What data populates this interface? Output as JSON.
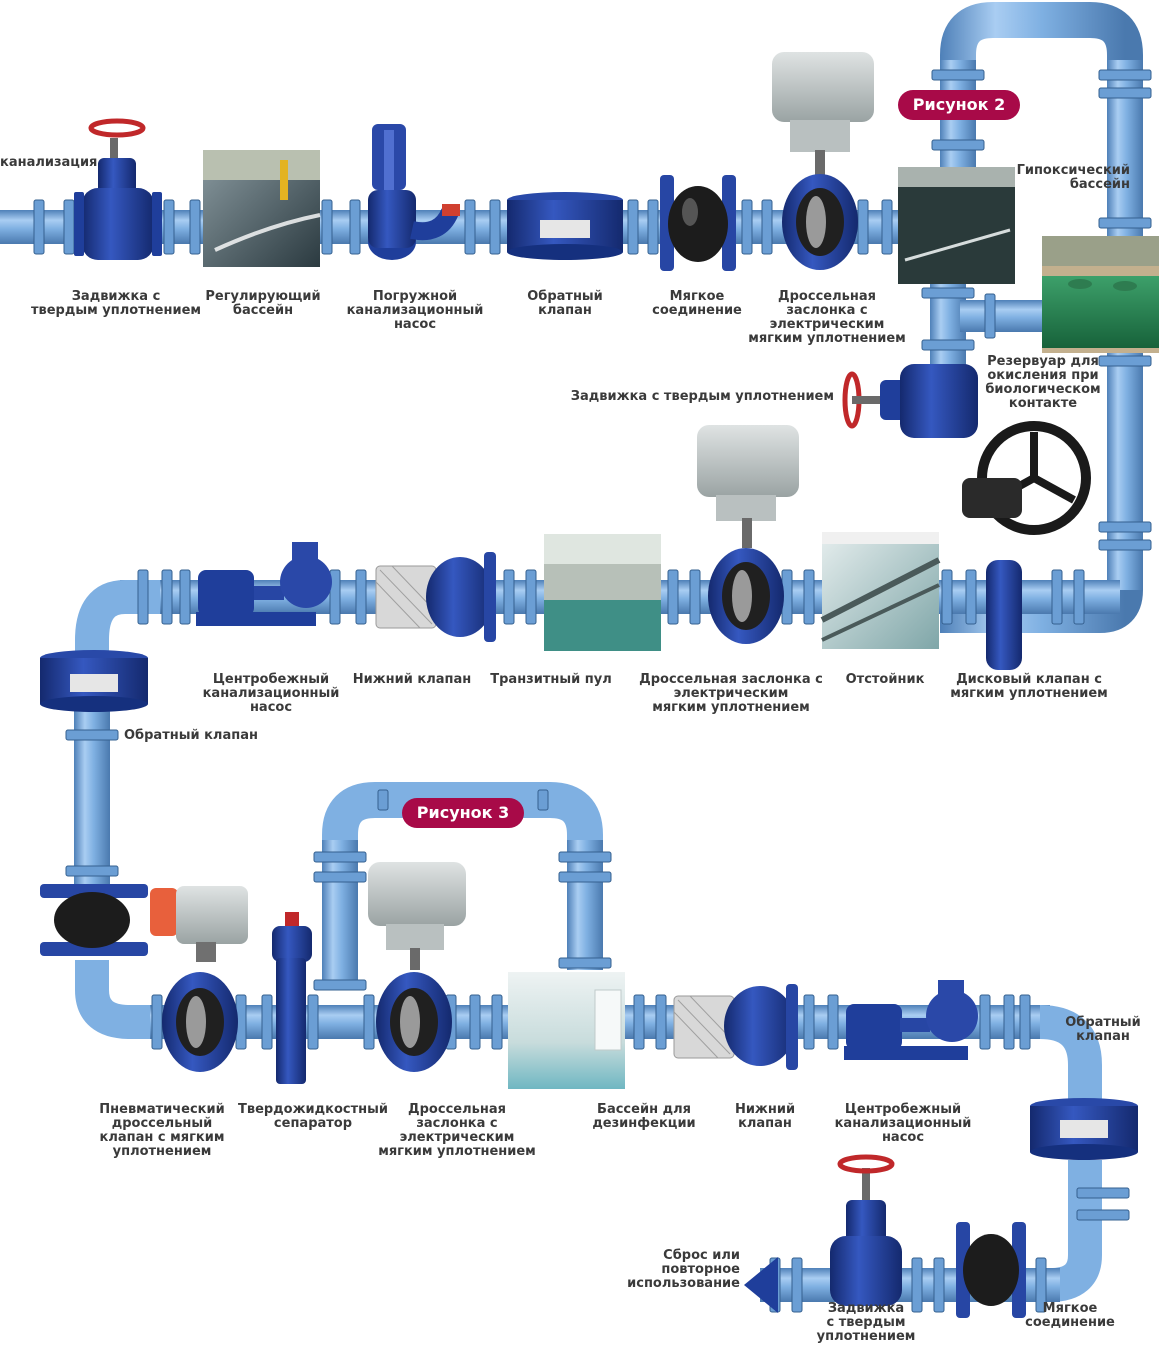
{
  "colors": {
    "pipe": "#7fb0e2",
    "pipe_dark": "#4d7fb5",
    "valve_blue": "#1f3e9b",
    "handwheel_red": "#c0282a",
    "badge": "#a80a48",
    "label": "#3a3a3a"
  },
  "figures": {
    "fig2": "Рисунок 2",
    "fig3": "Рисунок 3"
  },
  "labels": {
    "sewage": "канализация",
    "gate_valve_1": "Задвижка с\nтвердым уплотнением",
    "regulating_basin": "Регулирующий\nбассейн",
    "submersible_pump": "Погружной\nканализационный\nнасос",
    "check_valve_1": "Обратный\nклапан",
    "soft_joint_1": "Мягкое\nсоединение",
    "butterfly_1": "Дроссельная\nзаслонка с\nэлектрическим\nмягким уплотнением",
    "hypoxic_basin": "Гипоксический\nбассейн",
    "bio_tank": "Резервуар для\nокисления при\nбиологическом\nконтакте",
    "gate_valve_2": "Задвижка с твердым уплотнением",
    "disc_valve": "Дисковый клапан с\nмягким уплотнением",
    "settler": "Отстойник",
    "butterfly_2": "Дроссельная заслонка с\nэлектрическим\nмягким уплотнением",
    "transit_pool": "Транзитный пул",
    "foot_valve_1": "Нижний клапан",
    "centrifugal_pump_1": "Центробежный\nканализационный\nнасос",
    "check_valve_2": "Обратный клапан",
    "pneumatic_valve": "Пневматический\nдроссельный\nклапан с мягким\nуплотнением",
    "separator": "Твердожидкостный\nсепаратор",
    "butterfly_3": "Дроссельная\nзаслонка с\nэлектрическим\nмягким уплотнением",
    "disinfection_pool": "Бассейн для\nдезинфекции",
    "foot_valve_2": "Нижний\nклапан",
    "centrifugal_pump_2": "Центробежный\nканализационный\nнасос",
    "check_valve_3": "Обратный\nклапан",
    "soft_joint_2": "Мягкое\nсоединение",
    "gate_valve_3": "Задвижка\nс твердым\nуплотнением",
    "discharge": "Сброс или\nповторное\nиспользование"
  }
}
